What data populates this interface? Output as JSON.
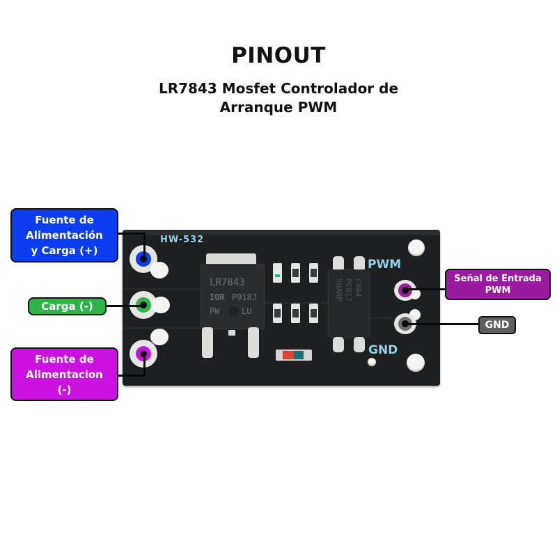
{
  "header": {
    "title": "PINOUT",
    "subtitle_line1": "LR7843 Mosfet Controlador de",
    "subtitle_line2": "Arranque PWM"
  },
  "board": {
    "model_label": "HW-532",
    "pwm_silk": "PWM",
    "gnd_silk": "GND",
    "mosfet": {
      "line1": "LR7843",
      "brand": "IOR",
      "code": "P918J",
      "line3_left": "PW",
      "line3_right": "LU"
    },
    "optocoupler": {
      "line1": "C9A4",
      "line2": "PC817",
      "line3": "SHARP"
    }
  },
  "pins": [
    {
      "id": "power-load-positive",
      "label_lines": [
        "Fuente de",
        "Alimentación",
        "y Carga (+)"
      ],
      "color": "#0d3df0"
    },
    {
      "id": "load-negative",
      "label_lines": [
        "Carga (-)"
      ],
      "color": "#2fb44a"
    },
    {
      "id": "power-negative",
      "label_lines": [
        "Fuente de",
        "Alimentacion",
        "(-)"
      ],
      "color": "#cc12e0"
    },
    {
      "id": "pwm-input",
      "label_lines": [
        "Señal de Entrada",
        "PWM"
      ],
      "color": "#9a1b9f"
    },
    {
      "id": "gnd",
      "label_lines": [
        "GND"
      ],
      "color": "#5f5f5f"
    }
  ]
}
